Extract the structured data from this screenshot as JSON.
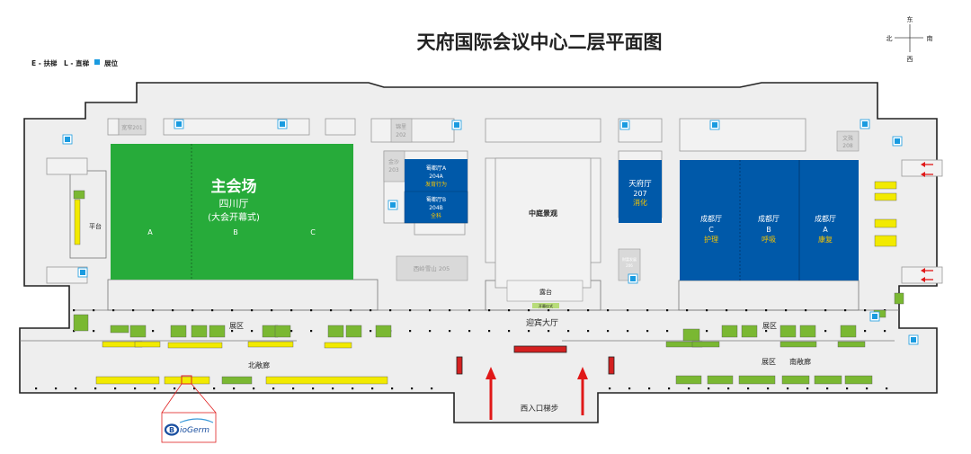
{
  "title": "天府国际会议中心二层平面图",
  "legend": {
    "escalator": "E - 扶梯",
    "elevator": "L - 直梯",
    "booth": "展位",
    "booth_color": "#1a9be0"
  },
  "compass": {
    "east": "东",
    "west": "西",
    "north": "北",
    "south": "南"
  },
  "main_hall": {
    "title": "主会场",
    "name": "四川厅",
    "note": "(大会开幕式)",
    "sections": [
      "A",
      "B",
      "C"
    ],
    "color": "#27ab3a"
  },
  "rooms": {
    "r201": "宽窄201",
    "r202_name": "锦里",
    "r202_num": "202",
    "r203_name": "金沙",
    "r203_num": "203",
    "r204a_name": "蜀都厅A",
    "r204a_num": "204A",
    "r204a_topic": "发育行为",
    "r204b_name": "蜀都厅B",
    "r204b_num": "204B",
    "r204b_topic": "全科",
    "r205": "西岭雪山 205",
    "r206_name": "财富发展",
    "r206_num": "206",
    "r207_name": "天府厅",
    "r207_num": "207",
    "r207_topic": "消化",
    "r208_name": "文殊",
    "r208_num": "208",
    "chengdu": [
      {
        "name": "成都厅",
        "letter": "C",
        "topic": "护理"
      },
      {
        "name": "成都厅",
        "letter": "B",
        "topic": "呼吸"
      },
      {
        "name": "成都厅",
        "letter": "A",
        "topic": "康复"
      }
    ],
    "hall_color": "#0059a9",
    "topic_color": "#f5c400"
  },
  "areas": {
    "atrium": "中庭景观",
    "terrace": "露台",
    "lobby": "迎宾大厅",
    "platform": "平台",
    "expo_1": "展区",
    "expo_2": "展区",
    "expo_3": "展区",
    "north_gallery": "北敞廊",
    "south_gallery": "南敞廊",
    "west_entrance": "西入口梯步",
    "ceremony": "开幕仪式"
  },
  "logo": {
    "text": "ioGerm",
    "letter": "B",
    "highlight_color": "#e02020"
  }
}
